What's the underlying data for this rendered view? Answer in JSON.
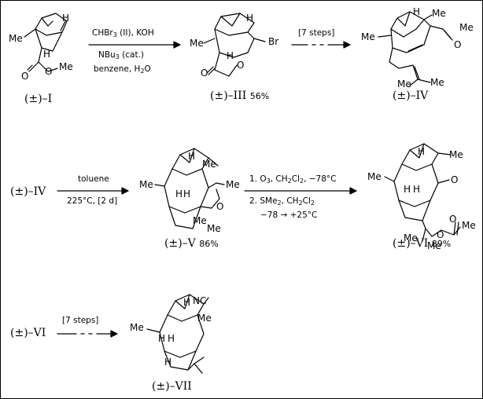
{
  "compounds": {
    "I": {
      "label": "(±)–I",
      "yield": ""
    },
    "III": {
      "label": "(±)–III",
      "yield": "56%"
    },
    "IV": {
      "label": "(±)–IV",
      "yield": ""
    },
    "IV_start": {
      "label": "(±)–IV",
      "yield": ""
    },
    "V": {
      "label": "(±)–V",
      "yield": "86%"
    },
    "VI": {
      "label": "(±)–VI",
      "yield": "89%"
    },
    "VI_start": {
      "label": "(±)–VI",
      "yield": ""
    },
    "VII": {
      "label": "(±)–VII",
      "yield": ""
    }
  },
  "reactions": {
    "r1": {
      "line1_a": "CHBr",
      "line1_sub": "3",
      "line1_b": " (II), KOH",
      "line2_a": "NBu",
      "line2_sub": "3",
      "line2_b": " (cat.)",
      "line3_a": "benzene, H",
      "line3_sub": "2",
      "line3_b": "O"
    },
    "r2": {
      "label": "[7 steps]"
    },
    "r3": {
      "line1": "toluene",
      "line2": "225°C, [2 d]"
    },
    "r4": {
      "line1_a": "1. O",
      "line1_sub": "3",
      "line1_b": ", CH",
      "line1_sub2": "2",
      "line1_c": "Cl",
      "line1_sub3": "2",
      "line1_d": ", −78°C",
      "line2_a": "2. SMe",
      "line2_sub": "2",
      "line2_b": ", CH",
      "line2_sub2": "2",
      "line2_c": "Cl",
      "line2_sub3": "2",
      "line3": "−78 → +25°C"
    },
    "r5": {
      "label": "[7 steps]"
    }
  },
  "atoms": {
    "me": "Me",
    "h": "H",
    "br": "Br",
    "o": "O",
    "nc": "NC"
  }
}
